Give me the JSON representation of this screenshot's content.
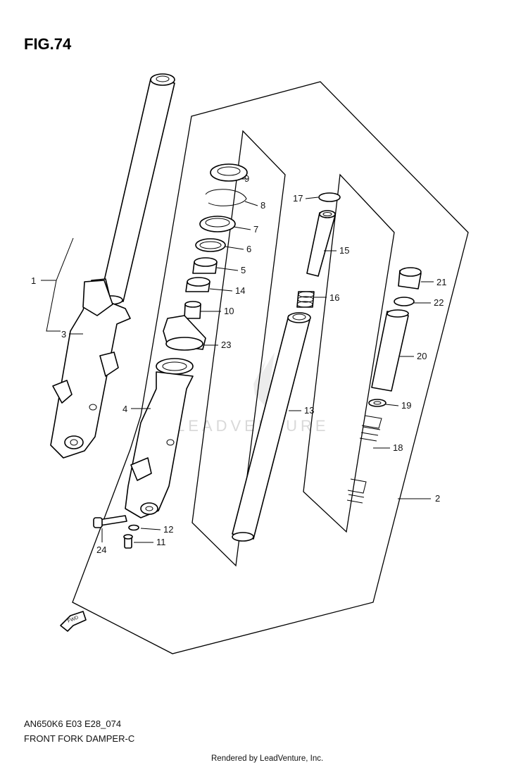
{
  "figure_label": "FIG.74",
  "watermark": "LEADVENTURE",
  "direction_arrow_label": "FWD",
  "footer": {
    "code": "AN650K6 E03 E28_074",
    "title": "FRONT FORK DAMPER-C",
    "credit": "Rendered by LeadVenture, Inc."
  },
  "callouts": {
    "c1": "1",
    "c2": "2",
    "c3": "3",
    "c4": "4",
    "c5": "5",
    "c6": "6",
    "c7": "7",
    "c8": "8",
    "c9": "9",
    "c10": "10",
    "c11": "11",
    "c12": "12",
    "c13": "13",
    "c14": "14",
    "c15": "15",
    "c16": "16",
    "c17": "17",
    "c18": "18",
    "c19": "19",
    "c20": "20",
    "c21": "21",
    "c22": "22",
    "c23": "23",
    "c24": "24"
  }
}
